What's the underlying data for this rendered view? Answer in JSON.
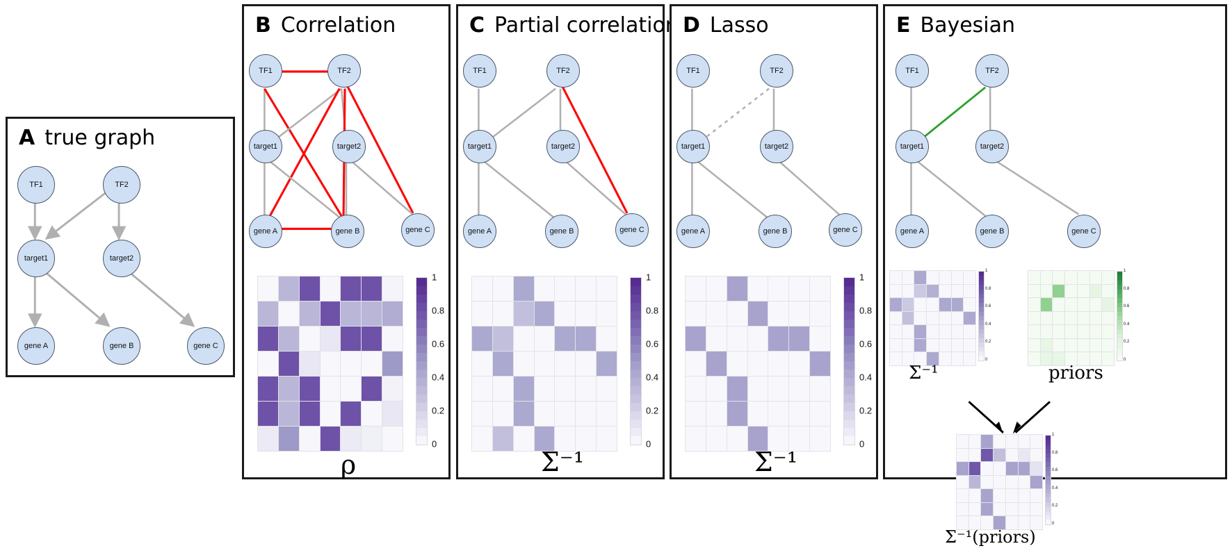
{
  "panels": [
    {
      "letter": "A",
      "title": "true graph"
    },
    {
      "letter": "B",
      "title": "Correlation"
    },
    {
      "letter": "C",
      "title": "Partial correlation"
    },
    {
      "letter": "D",
      "title": "Lasso"
    },
    {
      "letter": "E",
      "title": "Bayesian"
    }
  ],
  "node_labels": {
    "tf1": "TF1",
    "tf2": "TF2",
    "target1": "target1",
    "target2": "target2",
    "geneA": "gene A",
    "geneB": "gene B",
    "geneC": "gene C"
  },
  "matrix_labels": {
    "rho": "ρ",
    "sigma_inv": "Σ⁻¹",
    "sigma_inv_priors": "Σ⁻¹(priors)",
    "priors": "priors"
  },
  "colors": {
    "node_fill": "#cfe0f5",
    "node_stroke": "#4a5568",
    "edge_true": "#b0b0b0",
    "edge_false_positive": "#fa0a0a",
    "edge_recovered": "#2ca02c",
    "edge_missing": "#b0b0b0",
    "heat_purple": "#6a51a3",
    "heat_green": "#1b7837",
    "panel_border": "#1a1a1a"
  },
  "colorbar": {
    "ticks": [
      "1",
      "0.8",
      "0.6",
      "0.4",
      "0.2",
      "0"
    ],
    "vmin": 0,
    "vmax": 1
  },
  "chart_data": [
    {
      "type": "heatmap",
      "panel": "B",
      "title": "ρ",
      "n": 7,
      "rows": [
        [
          0.02,
          0.35,
          0.8,
          0.03,
          0.8,
          0.8,
          0.04
        ],
        [
          0.35,
          0.02,
          0.35,
          0.8,
          0.35,
          0.35,
          0.4
        ],
        [
          0.8,
          0.35,
          0.02,
          0.1,
          0.8,
          0.8,
          0.03
        ],
        [
          0.02,
          0.8,
          0.1,
          0.02,
          0.02,
          0.02,
          0.5
        ],
        [
          0.8,
          0.35,
          0.8,
          0.02,
          0.02,
          0.8,
          0.05
        ],
        [
          0.8,
          0.35,
          0.8,
          0.02,
          0.8,
          0.02,
          0.1
        ],
        [
          0.08,
          0.5,
          0.03,
          0.8,
          0.08,
          0.06,
          0.02
        ]
      ],
      "cmap": "purple",
      "vmin": 0,
      "vmax": 1
    },
    {
      "type": "heatmap",
      "panel": "C",
      "title": "Σ⁻¹",
      "n": 7,
      "rows": [
        [
          0.02,
          0.02,
          0.42,
          0.02,
          0.02,
          0.02,
          0.02
        ],
        [
          0.02,
          0.02,
          0.3,
          0.42,
          0.02,
          0.02,
          0.02
        ],
        [
          0.42,
          0.3,
          0.02,
          0.02,
          0.42,
          0.42,
          0.02
        ],
        [
          0.02,
          0.42,
          0.02,
          0.02,
          0.02,
          0.02,
          0.42
        ],
        [
          0.02,
          0.02,
          0.42,
          0.02,
          0.02,
          0.02,
          0.02
        ],
        [
          0.02,
          0.02,
          0.42,
          0.02,
          0.02,
          0.02,
          0.02
        ],
        [
          0.02,
          0.3,
          0.02,
          0.42,
          0.02,
          0.02,
          0.02
        ]
      ],
      "cmap": "purple",
      "vmin": 0,
      "vmax": 1
    },
    {
      "type": "heatmap",
      "panel": "D",
      "title": "Σ⁻¹",
      "n": 7,
      "rows": [
        [
          0.02,
          0.02,
          0.45,
          0.02,
          0.02,
          0.02,
          0.02
        ],
        [
          0.02,
          0.02,
          0.02,
          0.45,
          0.02,
          0.02,
          0.02
        ],
        [
          0.45,
          0.02,
          0.02,
          0.02,
          0.45,
          0.45,
          0.02
        ],
        [
          0.02,
          0.45,
          0.02,
          0.02,
          0.02,
          0.02,
          0.45
        ],
        [
          0.02,
          0.02,
          0.45,
          0.02,
          0.02,
          0.02,
          0.02
        ],
        [
          0.02,
          0.02,
          0.45,
          0.02,
          0.02,
          0.02,
          0.02
        ],
        [
          0.02,
          0.02,
          0.02,
          0.45,
          0.02,
          0.02,
          0.02
        ]
      ],
      "cmap": "purple",
      "vmin": 0,
      "vmax": 1
    },
    {
      "type": "heatmap",
      "panel": "E",
      "title": "Σ⁻¹",
      "n": 7,
      "rows": [
        [
          0.02,
          0.02,
          0.42,
          0.02,
          0.02,
          0.02,
          0.02
        ],
        [
          0.02,
          0.02,
          0.25,
          0.38,
          0.02,
          0.02,
          0.02
        ],
        [
          0.42,
          0.25,
          0.02,
          0.02,
          0.42,
          0.42,
          0.02
        ],
        [
          0.02,
          0.3,
          0.02,
          0.02,
          0.02,
          0.02,
          0.42
        ],
        [
          0.02,
          0.02,
          0.42,
          0.02,
          0.02,
          0.02,
          0.02
        ],
        [
          0.02,
          0.02,
          0.42,
          0.02,
          0.02,
          0.02,
          0.02
        ],
        [
          0.02,
          0.02,
          0.02,
          0.42,
          0.02,
          0.02,
          0.02
        ]
      ],
      "cmap": "purple",
      "vmin": 0,
      "vmax": 1
    },
    {
      "type": "heatmap",
      "panel": "E",
      "title": "priors",
      "n": 7,
      "rows": [
        [
          0.03,
          0.03,
          0.03,
          0.03,
          0.03,
          0.03,
          0.03
        ],
        [
          0.03,
          0.03,
          0.55,
          0.03,
          0.03,
          0.18,
          0.03
        ],
        [
          0.03,
          0.55,
          0.03,
          0.03,
          0.03,
          0.03,
          0.18
        ],
        [
          0.03,
          0.03,
          0.03,
          0.03,
          0.03,
          0.03,
          0.03
        ],
        [
          0.03,
          0.03,
          0.03,
          0.03,
          0.03,
          0.03,
          0.03
        ],
        [
          0.03,
          0.16,
          0.03,
          0.03,
          0.03,
          0.03,
          0.03
        ],
        [
          0.03,
          0.16,
          0.16,
          0.03,
          0.03,
          0.03,
          0.03
        ]
      ],
      "cmap": "green",
      "vmin": 0,
      "vmax": 1
    },
    {
      "type": "heatmap",
      "panel": "E",
      "title": "Σ⁻¹(priors)",
      "n": 7,
      "rows": [
        [
          0.02,
          0.02,
          0.45,
          0.02,
          0.02,
          0.02,
          0.02
        ],
        [
          0.02,
          0.02,
          0.78,
          0.3,
          0.02,
          0.1,
          0.02
        ],
        [
          0.45,
          0.78,
          0.02,
          0.02,
          0.45,
          0.45,
          0.12
        ],
        [
          0.02,
          0.35,
          0.02,
          0.02,
          0.02,
          0.02,
          0.45
        ],
        [
          0.02,
          0.02,
          0.45,
          0.02,
          0.02,
          0.02,
          0.02
        ],
        [
          0.02,
          0.02,
          0.45,
          0.02,
          0.02,
          0.02,
          0.02
        ],
        [
          0.02,
          0.02,
          0.02,
          0.45,
          0.02,
          0.02,
          0.02
        ]
      ],
      "cmap": "purple",
      "vmin": 0,
      "vmax": 1
    }
  ],
  "graphs": {
    "A": {
      "directed": true,
      "edges": [
        [
          "tf1",
          "target1",
          "true"
        ],
        [
          "tf2",
          "target1",
          "true"
        ],
        [
          "tf2",
          "target2",
          "true"
        ],
        [
          "target1",
          "geneA",
          "true"
        ],
        [
          "target1",
          "geneB",
          "true"
        ],
        [
          "target2",
          "geneC",
          "true"
        ]
      ]
    },
    "B": {
      "directed": false,
      "edges": [
        [
          "tf1",
          "tf2",
          "fp"
        ],
        [
          "tf1",
          "target1",
          "true"
        ],
        [
          "tf1",
          "geneB",
          "fp"
        ],
        [
          "tf2",
          "target1",
          "true"
        ],
        [
          "tf2",
          "target2",
          "true"
        ],
        [
          "tf2",
          "geneA",
          "fp"
        ],
        [
          "tf2",
          "geneB",
          "fp"
        ],
        [
          "tf2",
          "geneC",
          "fp"
        ],
        [
          "target1",
          "geneA",
          "true"
        ],
        [
          "target1",
          "geneB",
          "true"
        ],
        [
          "target2",
          "geneB",
          "true"
        ],
        [
          "target2",
          "geneC",
          "true"
        ],
        [
          "geneA",
          "geneB",
          "fp"
        ]
      ]
    },
    "C": {
      "directed": false,
      "edges": [
        [
          "tf1",
          "target1",
          "true"
        ],
        [
          "tf2",
          "target1",
          "true"
        ],
        [
          "tf2",
          "target2",
          "true"
        ],
        [
          "tf2",
          "geneC",
          "fp"
        ],
        [
          "target1",
          "geneA",
          "true"
        ],
        [
          "target1",
          "geneB",
          "true"
        ],
        [
          "target2",
          "geneC",
          "true"
        ]
      ]
    },
    "D": {
      "directed": false,
      "edges": [
        [
          "tf1",
          "target1",
          "true"
        ],
        [
          "tf2",
          "target1",
          "missing"
        ],
        [
          "tf2",
          "target2",
          "true"
        ],
        [
          "target1",
          "geneA",
          "true"
        ],
        [
          "target1",
          "geneB",
          "true"
        ],
        [
          "target2",
          "geneC",
          "true"
        ]
      ]
    },
    "E": {
      "directed": false,
      "edges": [
        [
          "tf1",
          "target1",
          "true"
        ],
        [
          "tf2",
          "target1",
          "recovered"
        ],
        [
          "tf2",
          "target2",
          "true"
        ],
        [
          "target1",
          "geneA",
          "true"
        ],
        [
          "target1",
          "geneB",
          "true"
        ],
        [
          "target2",
          "geneC",
          "true"
        ]
      ]
    }
  }
}
